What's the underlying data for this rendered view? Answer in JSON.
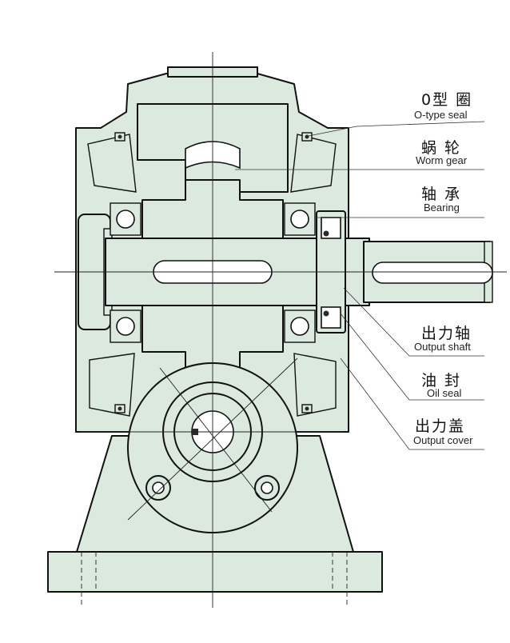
{
  "labels": [
    {
      "cn": "0型 圈",
      "en": "O-type seal"
    },
    {
      "cn": "蜗 轮",
      "en": "Worm gear"
    },
    {
      "cn": "轴 承",
      "en": "Bearing"
    },
    {
      "cn": "出力轴",
      "en": "Output shaft"
    },
    {
      "cn": "油 封",
      "en": "Oil seal"
    },
    {
      "cn": "出力盖",
      "en": "Output cover"
    }
  ]
}
